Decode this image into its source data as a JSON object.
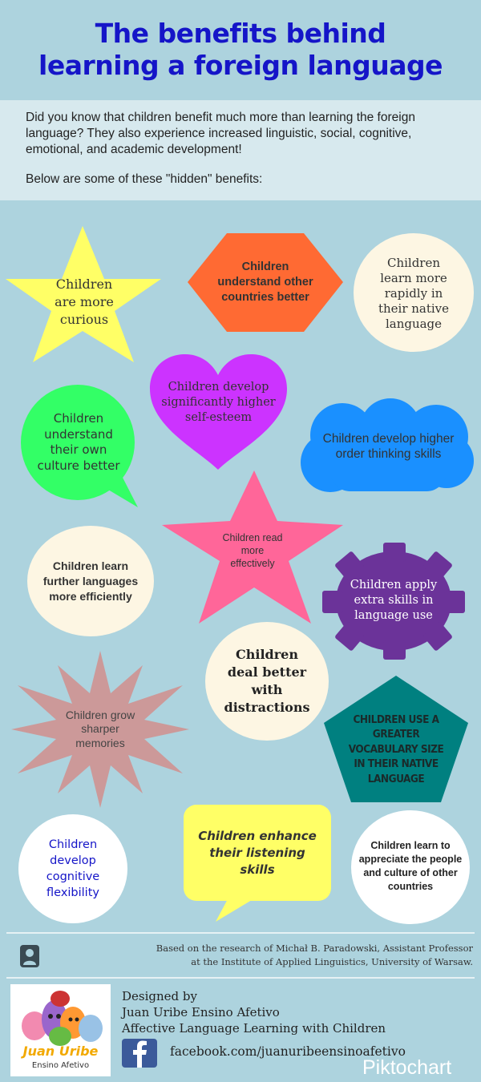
{
  "title_line1": "The benefits behind",
  "title_line2": "learning a foreign language",
  "intro": "Did you know that children benefit much more than learning the foreign language? They also experience increased linguistic, social, cognitive, emotional, and academic development!",
  "intro_below": "Below are some of these \"hidden\" benefits:",
  "benefits": [
    {
      "text": "Children are more curious",
      "color": "#ffff66",
      "shape": "star"
    },
    {
      "text": "Children understand other countries better",
      "color": "#ff6a33",
      "shape": "hexagon"
    },
    {
      "text": "Children learn more rapidly in their native language",
      "color": "#fdf6e3",
      "shape": "circle"
    },
    {
      "text": "Children develop significantly higher self-esteem",
      "color": "#cc33ff",
      "shape": "heart"
    },
    {
      "text": "Children understand their own culture better",
      "color": "#33ff66",
      "shape": "speech-bubble"
    },
    {
      "text": "Children develop higher order thinking skills",
      "color": "#1a90ff",
      "shape": "cloud"
    },
    {
      "text": "Children read more effectively",
      "color": "#ff6699",
      "shape": "star"
    },
    {
      "text": "Children learn further languages more efficiently",
      "color": "#fdf6e3",
      "shape": "circle"
    },
    {
      "text": "Children apply extra skills in language use",
      "color": "#6b3399",
      "shape": "gear"
    },
    {
      "text": "Children deal better with distractions",
      "color": "#fdf6e3",
      "shape": "circle"
    },
    {
      "text": "Children grow sharper memories",
      "color": "#cc9999",
      "shape": "starburst"
    },
    {
      "text": "CHILDREN USE A GREATER VOCABULARY SIZE IN THEIR NATIVE LANGUAGE",
      "color": "#008080",
      "shape": "pentagon"
    },
    {
      "text": "Children develop cognitive flexibility",
      "color": "#ffffff",
      "shape": "circle"
    },
    {
      "text": "Children enhance their listening skills",
      "color": "#ffff66",
      "shape": "speech-bubble"
    },
    {
      "text": "Children learn to appreciate the people and culture of other countries",
      "color": "#ffffff",
      "shape": "circle"
    }
  ],
  "research_line1": "Based on the research of Michał B. Paradowski, Assistant Professor",
  "research_line2": "at the Institute of Applied Linguistics, University of Warsaw.",
  "designed_by": "Designed  by",
  "designer": "Juan Uribe Ensino Afetivo",
  "tagline": "Affective Language Learning with Children",
  "facebook": "facebook.com/juanuribeensinoafetivo",
  "logo_line1": "Juan Uribe",
  "logo_line2": "Ensino Afetivo",
  "brand": "Piktochart",
  "icons": [
    "user-icon",
    "facebook-icon"
  ]
}
